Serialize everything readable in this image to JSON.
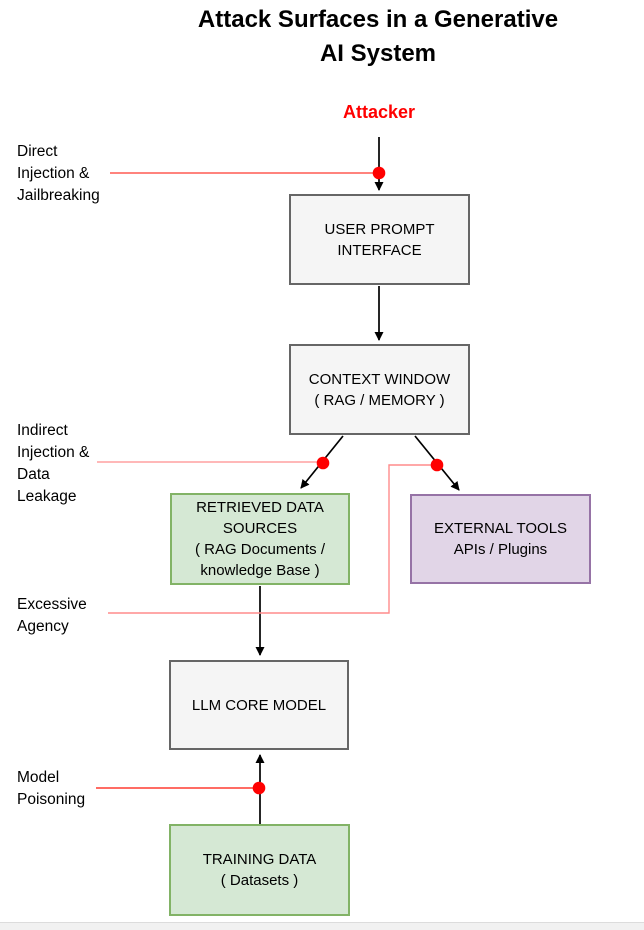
{
  "title": "Attack Surfaces in a Generative\nAI System",
  "attacker_label": "Attacker",
  "nodes": {
    "user_prompt_interface": {
      "label": "USER PROMPT\nINTERFACE",
      "color": "gray"
    },
    "context_window": {
      "label": "CONTEXT WINDOW\n( RAG / MEMORY )",
      "color": "gray"
    },
    "retrieved_data_sources": {
      "label": "RETRIEVED DATA\nSOURCES\n( RAG Documents /\nknowledge Base )",
      "color": "green"
    },
    "external_tools": {
      "label": "EXTERNAL TOOLS\nAPIs / Plugins",
      "color": "purple"
    },
    "llm_core_model": {
      "label": "LLM CORE MODEL",
      "color": "gray"
    },
    "training_data": {
      "label": "TRAINING DATA\n( Datasets )",
      "color": "green"
    }
  },
  "threats": {
    "direct_injection": {
      "label": "Direct\nInjection &\nJailbreaking",
      "target": "user_prompt_interface"
    },
    "indirect_injection": {
      "label": "Indirect\nInjection &\nData\nLeakage",
      "target": "retrieved_data_sources"
    },
    "excessive_agency": {
      "label": "Excessive\nAgency",
      "target": "external_tools"
    },
    "model_poisoning": {
      "label": "Model\nPoisoning",
      "target": "llm_core_model"
    }
  },
  "colors": {
    "attacker_text": "#ff0000",
    "attack_dot": "#ff0000",
    "threat_line_direct": "#ff5a52",
    "threat_line_indirect": "#ffa0a0",
    "threat_line_excessive": "#ff8c8c",
    "threat_line_poisoning": "#ff3b30",
    "arrow_black": "#000000",
    "gray_node_fill": "#f5f5f5",
    "gray_node_border": "#666666",
    "green_node_fill": "#d5e8d4",
    "green_node_border": "#82b366",
    "purple_node_fill": "#e1d5e7",
    "purple_node_border": "#9673a6"
  }
}
